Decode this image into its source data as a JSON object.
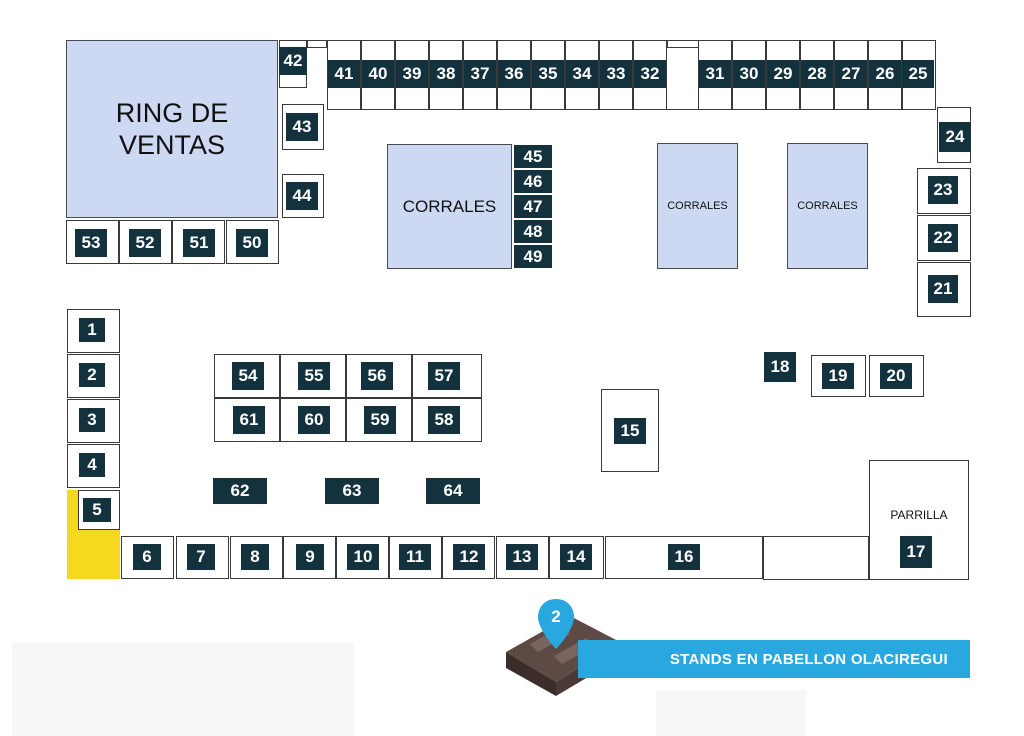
{
  "zones": {
    "ring": "RING DE\nVENTAS",
    "corrales_main": "CORRALES",
    "corrales_2": "CORRALES",
    "corrales_3": "CORRALES",
    "parrilla": "PARRILLA"
  },
  "stands": [
    "1",
    "2",
    "3",
    "4",
    "5",
    "6",
    "7",
    "8",
    "9",
    "10",
    "11",
    "12",
    "13",
    "14",
    "15",
    "16",
    "17",
    "18",
    "19",
    "20",
    "21",
    "22",
    "23",
    "24",
    "25",
    "26",
    "27",
    "28",
    "29",
    "30",
    "31",
    "32",
    "33",
    "34",
    "35",
    "36",
    "37",
    "38",
    "39",
    "40",
    "41",
    "42",
    "43",
    "44",
    "45",
    "46",
    "47",
    "48",
    "49",
    "50",
    "51",
    "52",
    "53",
    "54",
    "55",
    "56",
    "57",
    "58",
    "59",
    "60",
    "61",
    "62",
    "63",
    "64"
  ],
  "marker": {
    "number": "2",
    "icon": "map-pin-icon",
    "pavilion_icon": "pavilion-building-icon"
  },
  "banner": {
    "label": "STANDS EN PABELLON OLACIREGUI"
  },
  "colors": {
    "stand_tag": "#14323e",
    "zone_fill": "#cdd8f2",
    "banner": "#29a8e0",
    "highlight": "#f6d81e"
  }
}
